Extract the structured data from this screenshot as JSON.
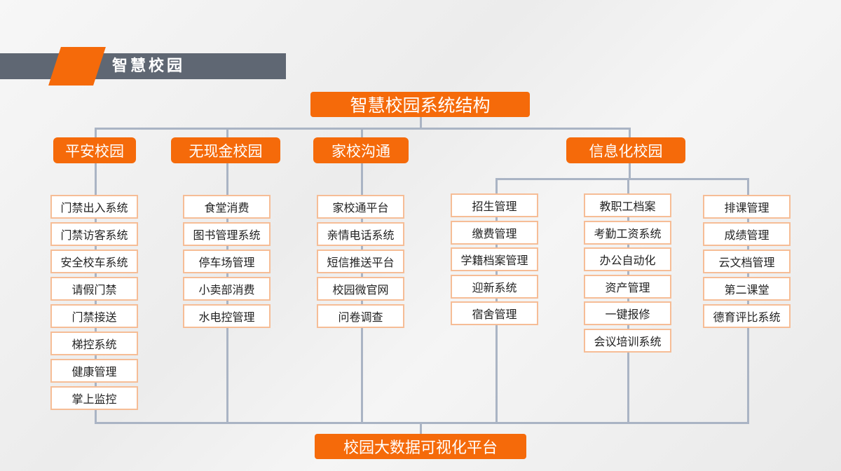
{
  "header": {
    "title": "智慧校园"
  },
  "root": "智慧校园系统结构",
  "bottom": "校园大数据可视化平台",
  "categories": [
    "平安校园",
    "无现金校园",
    "家校沟通",
    "信息化校园"
  ],
  "columns": [
    [
      "门禁出入系统",
      "门禁访客系统",
      "安全校车系统",
      "请假门禁",
      "门禁接送",
      "梯控系统",
      "健康管理",
      "掌上监控"
    ],
    [
      "食堂消费",
      "图书管理系统",
      "停车场管理",
      "小卖部消费",
      "水电控管理"
    ],
    [
      "家校通平台",
      "亲情电话系统",
      "短信推送平台",
      "校园微官网",
      "问卷调查"
    ],
    [
      "招生管理",
      "缴费管理",
      "学籍档案管理",
      "迎新系统",
      "宿舍管理"
    ],
    [
      "教职工档案",
      "考勤工资系统",
      "办公自动化",
      "资产管理",
      "一键报修",
      "会议培训系统"
    ],
    [
      "排课管理",
      "成绩管理",
      "云文档管理",
      "第二课堂",
      "德育评比系统"
    ]
  ],
  "colors": {
    "accent": "#f56a0a",
    "bar": "#5f6773",
    "line": "#aab4c4",
    "border": "#f6bd96"
  }
}
